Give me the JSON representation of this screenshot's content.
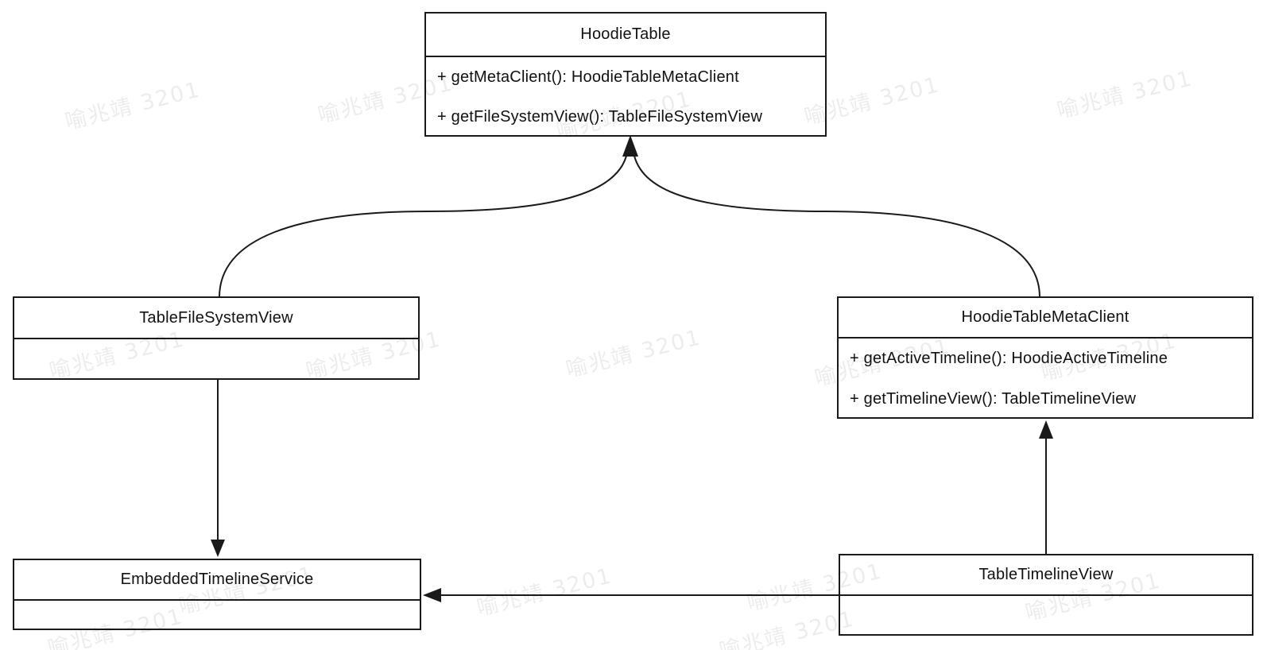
{
  "watermark": {
    "text": "喻兆靖 3201"
  },
  "colors": {
    "stroke": "#1a1a1a",
    "background": "#ffffff",
    "watermark": "#ededed"
  },
  "classes": [
    {
      "name": "HoodieTable",
      "methods": [
        "+ getMetaClient(): HoodieTableMetaClient",
        "+ getFileSystemView(): TableFileSystemView"
      ]
    },
    {
      "name": "TableFileSystemView",
      "methods": []
    },
    {
      "name": "HoodieTableMetaClient",
      "methods": [
        "+ getActiveTimeline(): HoodieActiveTimeline",
        "+ getTimelineView(): TableTimelineView"
      ]
    },
    {
      "name": "EmbeddedTimelineService",
      "methods": []
    },
    {
      "name": "TableTimelineView",
      "methods": []
    }
  ],
  "relations": [
    {
      "from": "TableFileSystemView",
      "to": "HoodieTable",
      "style": "curved-arrow"
    },
    {
      "from": "HoodieTableMetaClient",
      "to": "HoodieTable",
      "style": "curved-arrow"
    },
    {
      "from": "TableFileSystemView",
      "to": "EmbeddedTimelineService",
      "style": "straight-arrow"
    },
    {
      "from": "TableTimelineView",
      "to": "HoodieTableMetaClient",
      "style": "straight-arrow"
    },
    {
      "from": "TableTimelineView",
      "to": "EmbeddedTimelineService",
      "style": "straight-arrow"
    }
  ]
}
